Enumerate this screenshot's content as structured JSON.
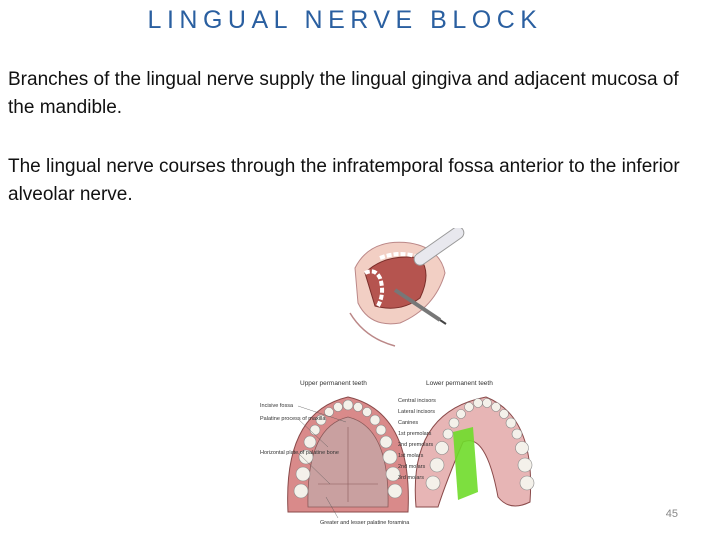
{
  "slide": {
    "title": "LINGUAL NERVE BLOCK",
    "paragraphs": [
      "Branches of the lingual nerve supply the lingual gingiva and adjacent mucosa of the mandible.",
      "The lingual nerve courses through the infratemporal fossa anterior to the inferior alveolar nerve."
    ],
    "page_number": "45"
  },
  "figure": {
    "upper_title": "Upper permanent teeth",
    "lower_title": "Lower permanent teeth",
    "left_labels": [
      "Incisive fossa",
      "Palatine process of maxilla",
      "Horizontal plate of palatine bone"
    ],
    "bottom_label": "Greater and lesser palatine foramina",
    "right_labels": [
      "Central incisors",
      "Lateral incisors",
      "Canines",
      "1st premolars",
      "2nd premolars",
      "1st molars",
      "2nd molars",
      "3rd molars"
    ]
  },
  "colors": {
    "title": "#2a5fa0",
    "gum": "#d98a8a",
    "palate": "#c9a0a0",
    "highlight": "#6fdc2a"
  }
}
